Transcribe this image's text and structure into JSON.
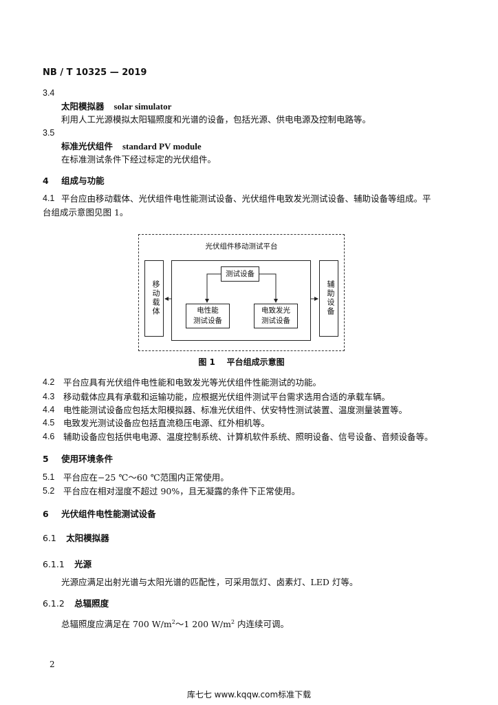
{
  "header": {
    "doc_id": "NB / T 10325 — 2019"
  },
  "s3_4": {
    "num": "3.4",
    "term_cn": "太阳模拟器",
    "term_en": "solar simulator",
    "def": "利用人工光源模拟太阳辐照度和光谱的设备，包括光源、供电电源及控制电路等。"
  },
  "s3_5": {
    "num": "3.5",
    "term_cn": "标准光伏组件",
    "term_en": "standard PV module",
    "def": "在标准测试条件下经过标定的光伏组件。"
  },
  "s4": {
    "num": "4",
    "title": "组成与功能"
  },
  "s4_1": {
    "num": "4.1",
    "line1": "平台应由移动载体、光伏组件电性能测试设备、光伏组件电致发光测试设备、辅助设备等组成。平",
    "line2": "台组成示意图见图 1。"
  },
  "figure": {
    "outer_title": "光伏组件移动测试平台",
    "left_box": "移动载体",
    "right_box": "辅助设备",
    "top_box": "测试设备",
    "bottom_left": "电性能\n测试设备",
    "bottom_right": "电致发光\n测试设备",
    "caption": "图 1    平台组成示意图"
  },
  "items": [
    {
      "num": "4.2",
      "text": "平台应具有光伏组件电性能和电致发光等光伏组件性能测试的功能。"
    },
    {
      "num": "4.3",
      "text": "移动载体应具有承载和运输功能，应根据光伏组件测试平台需求选用合适的承载车辆。"
    },
    {
      "num": "4.4",
      "text": "电性能测试设备应包括太阳模拟器、标准光伏组件、伏安特性测试装置、温度测量装置等。"
    },
    {
      "num": "4.5",
      "text": "电致发光测试设备应包括直流稳压电源、红外相机等。"
    },
    {
      "num": "4.6",
      "text": "辅助设备应包括供电电源、温度控制系统、计算机软件系统、照明设备、信号设备、音频设备等。"
    }
  ],
  "s5": {
    "num": "5",
    "title": "使用环境条件"
  },
  "s5_1": {
    "num": "5.1",
    "text": "平台应在−25 ℃～60 ℃范围内正常使用。"
  },
  "s5_2": {
    "num": "5.2",
    "text": "平台应在相对湿度不超过 90%，且无凝露的条件下正常使用。"
  },
  "s6": {
    "num": "6",
    "title": "光伏组件电性能测试设备"
  },
  "s6_1": {
    "num": "6.1",
    "title": "太阳模拟器"
  },
  "s6_1_1": {
    "num": "6.1.1",
    "title": "光源",
    "text": "光源应满足出射光谱与太阳光谱的匹配性，可采用氙灯、卤素灯、LED 灯等。"
  },
  "s6_1_2": {
    "num": "6.1.2",
    "title": "总辐照度",
    "text_a": "总辐照度应满足在 700 W/m",
    "sup1": "2",
    "text_b": "～1 200 W/m",
    "sup2": "2",
    "text_c": " 内连续可调。"
  },
  "footer": {
    "page_number": "2",
    "watermark": "库七七 www.kqqw.com标准下载"
  }
}
